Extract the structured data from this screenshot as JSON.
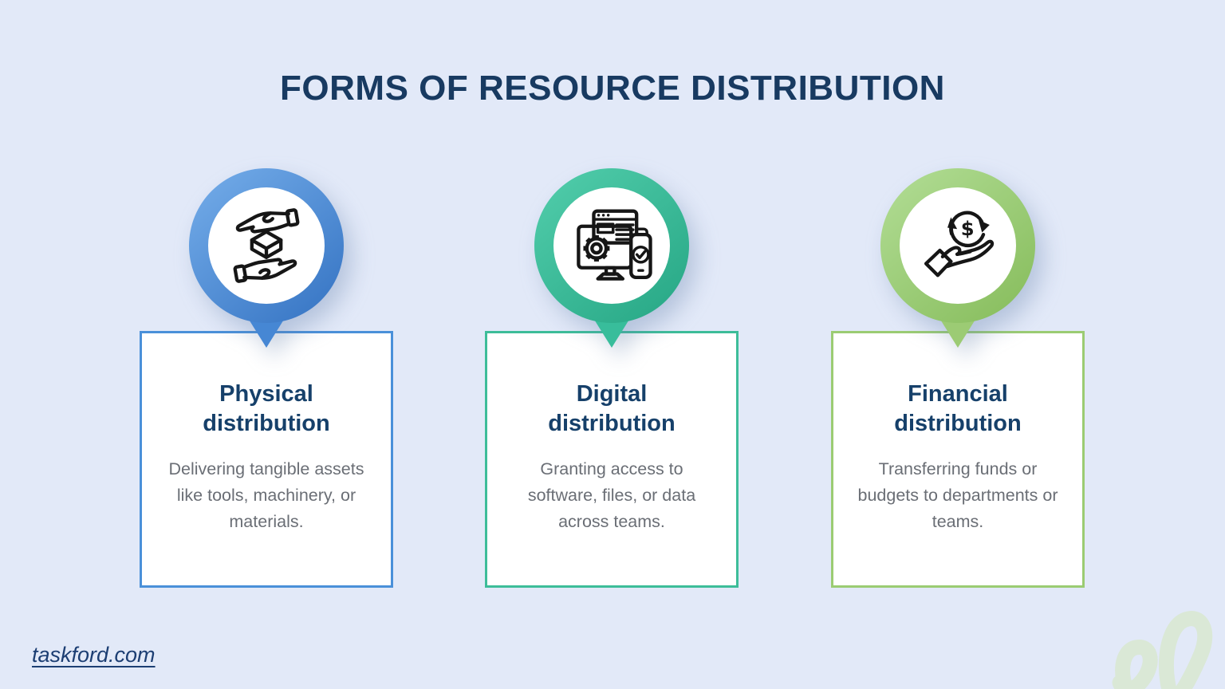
{
  "page": {
    "background_color": "#e2e9f8"
  },
  "header": {
    "title": "FORMS OF RESOURCE DISTRIBUTION",
    "title_color": "#183a61"
  },
  "cards": [
    {
      "id": "physical",
      "icon": "hands-holding-box-icon",
      "title": "Physical distribution",
      "description": "Delivering tangible assets like tools, machinery, or materials.",
      "accent_color": "#4a90d9",
      "gradient_start": "#6fa8e6",
      "gradient_end": "#3a78c6",
      "tail_color": "#4687d4"
    },
    {
      "id": "digital",
      "icon": "software-devices-icon",
      "title": "Digital distribution",
      "description": "Granting access to software, files, or data across teams.",
      "accent_color": "#3dbd99",
      "gradient_start": "#4ecaa8",
      "gradient_end": "#2aaa88",
      "tail_color": "#38bd9b",
      "icon_glyph_check": "✓"
    },
    {
      "id": "financial",
      "icon": "hand-money-cycle-icon",
      "title": "Financial distribution",
      "description": "Transferring funds or budgets to departments or teams.",
      "accent_color": "#9bcc73",
      "gradient_start": "#aeda90",
      "gradient_end": "#8abf60",
      "tail_color": "#9ccb74",
      "icon_glyph": "$"
    }
  ],
  "footer": {
    "website_link": "taskford.com",
    "link_color": "#1c3e73"
  },
  "decoration": {
    "squiggle_color": "#d6e8c4"
  }
}
